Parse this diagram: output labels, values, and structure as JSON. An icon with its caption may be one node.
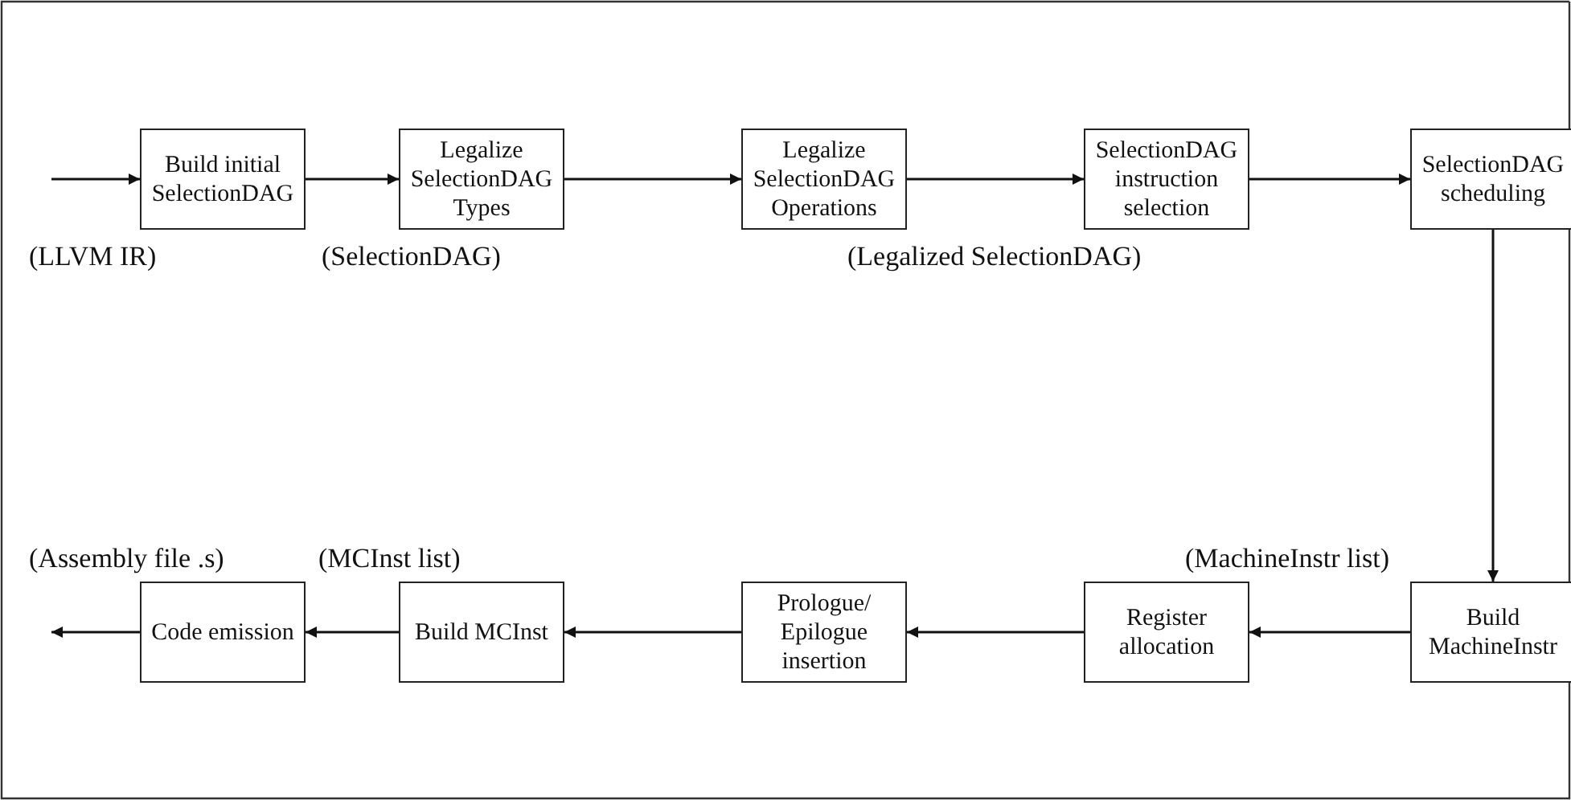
{
  "diagram": {
    "nodes": [
      {
        "text": [
          "Build initial SelectionDAG"
        ]
      },
      {
        "text": [
          "Legalize SelectionDAG Types"
        ]
      },
      {
        "text": [
          "Legalize SelectionDAG Operations"
        ]
      },
      {
        "text": [
          "SelectionDAG instruction selection"
        ]
      },
      {
        "text": [
          "SelectionDAG scheduling"
        ]
      },
      {
        "text": [
          "Build MachineInstr"
        ]
      },
      {
        "text": [
          "Register allocation"
        ]
      },
      {
        "text": [
          "Prologue/ Epilogue insertion"
        ]
      },
      {
        "text": [
          "Build MCInst"
        ]
      },
      {
        "text": [
          "Code emission"
        ]
      }
    ],
    "edges": [
      {
        "from": null,
        "to": 0,
        "arrow": "to"
      },
      {
        "from": 0,
        "to": 1,
        "arrow": "to"
      },
      {
        "from": 1,
        "to": 2,
        "arrow": "to"
      },
      {
        "from": 2,
        "to": 3,
        "arrow": "to"
      },
      {
        "from": 3,
        "to": 4,
        "arrow": "to"
      },
      {
        "from": 4,
        "to": 5,
        "arrow": "to"
      },
      {
        "from": 5,
        "to": 6,
        "arrow": "to"
      },
      {
        "from": 6,
        "to": 7,
        "arrow": "to"
      },
      {
        "from": 7,
        "to": 8,
        "arrow": "to"
      },
      {
        "from": 8,
        "to": 9,
        "arrow": "to"
      },
      {
        "from": 9,
        "to": null,
        "arrow": "to"
      }
    ],
    "labels": [
      "(LLVM IR)",
      "(SelectionDAG)",
      "(Legalized SelectionDAG)",
      "(Assembly file .s)",
      "(MCInst list)",
      "(MachineInstr list)"
    ]
  }
}
